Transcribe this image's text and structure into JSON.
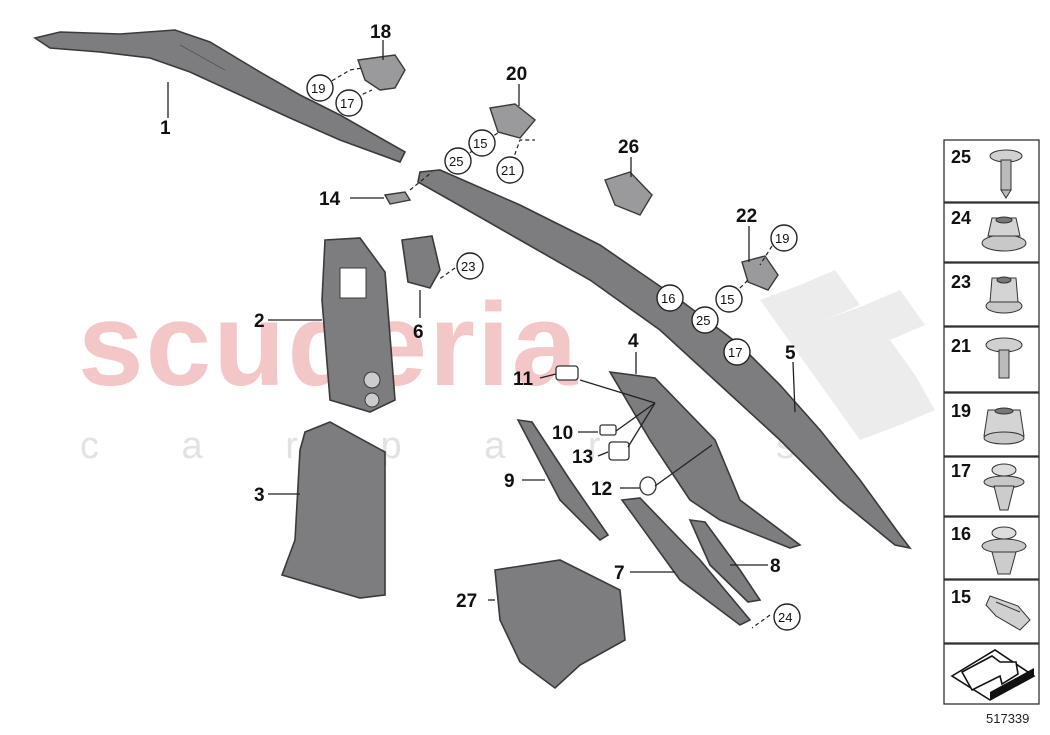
{
  "watermark": {
    "brand": "scuderia",
    "sub": "c a r   p a r t s"
  },
  "callouts": [
    {
      "id": "c1",
      "label": "1"
    },
    {
      "id": "c2",
      "label": "2"
    },
    {
      "id": "c3",
      "label": "3"
    },
    {
      "id": "c4",
      "label": "4"
    },
    {
      "id": "c5",
      "label": "5"
    },
    {
      "id": "c6",
      "label": "6"
    },
    {
      "id": "c7",
      "label": "7"
    },
    {
      "id": "c8",
      "label": "8"
    },
    {
      "id": "c9",
      "label": "9"
    },
    {
      "id": "c10",
      "label": "10"
    },
    {
      "id": "c11",
      "label": "11"
    },
    {
      "id": "c12",
      "label": "12"
    },
    {
      "id": "c13",
      "label": "13"
    },
    {
      "id": "c14",
      "label": "14"
    },
    {
      "id": "c18",
      "label": "18"
    },
    {
      "id": "c20",
      "label": "20"
    },
    {
      "id": "c22",
      "label": "22"
    },
    {
      "id": "c26",
      "label": "26"
    },
    {
      "id": "c27",
      "label": "27"
    }
  ],
  "circled": [
    {
      "id": "r19a",
      "label": "19"
    },
    {
      "id": "r17a",
      "label": "17"
    },
    {
      "id": "r15a",
      "label": "15"
    },
    {
      "id": "r25a",
      "label": "25"
    },
    {
      "id": "r21a",
      "label": "21"
    },
    {
      "id": "r23a",
      "label": "23"
    },
    {
      "id": "r19b",
      "label": "19"
    },
    {
      "id": "r15b",
      "label": "15"
    },
    {
      "id": "r16a",
      "label": "16"
    },
    {
      "id": "r25b",
      "label": "25"
    },
    {
      "id": "r17b",
      "label": "17"
    },
    {
      "id": "r24a",
      "label": "24"
    }
  ],
  "legend": [
    "25",
    "24",
    "23",
    "21",
    "19",
    "17",
    "16",
    "15"
  ],
  "diagram_number": "517339"
}
